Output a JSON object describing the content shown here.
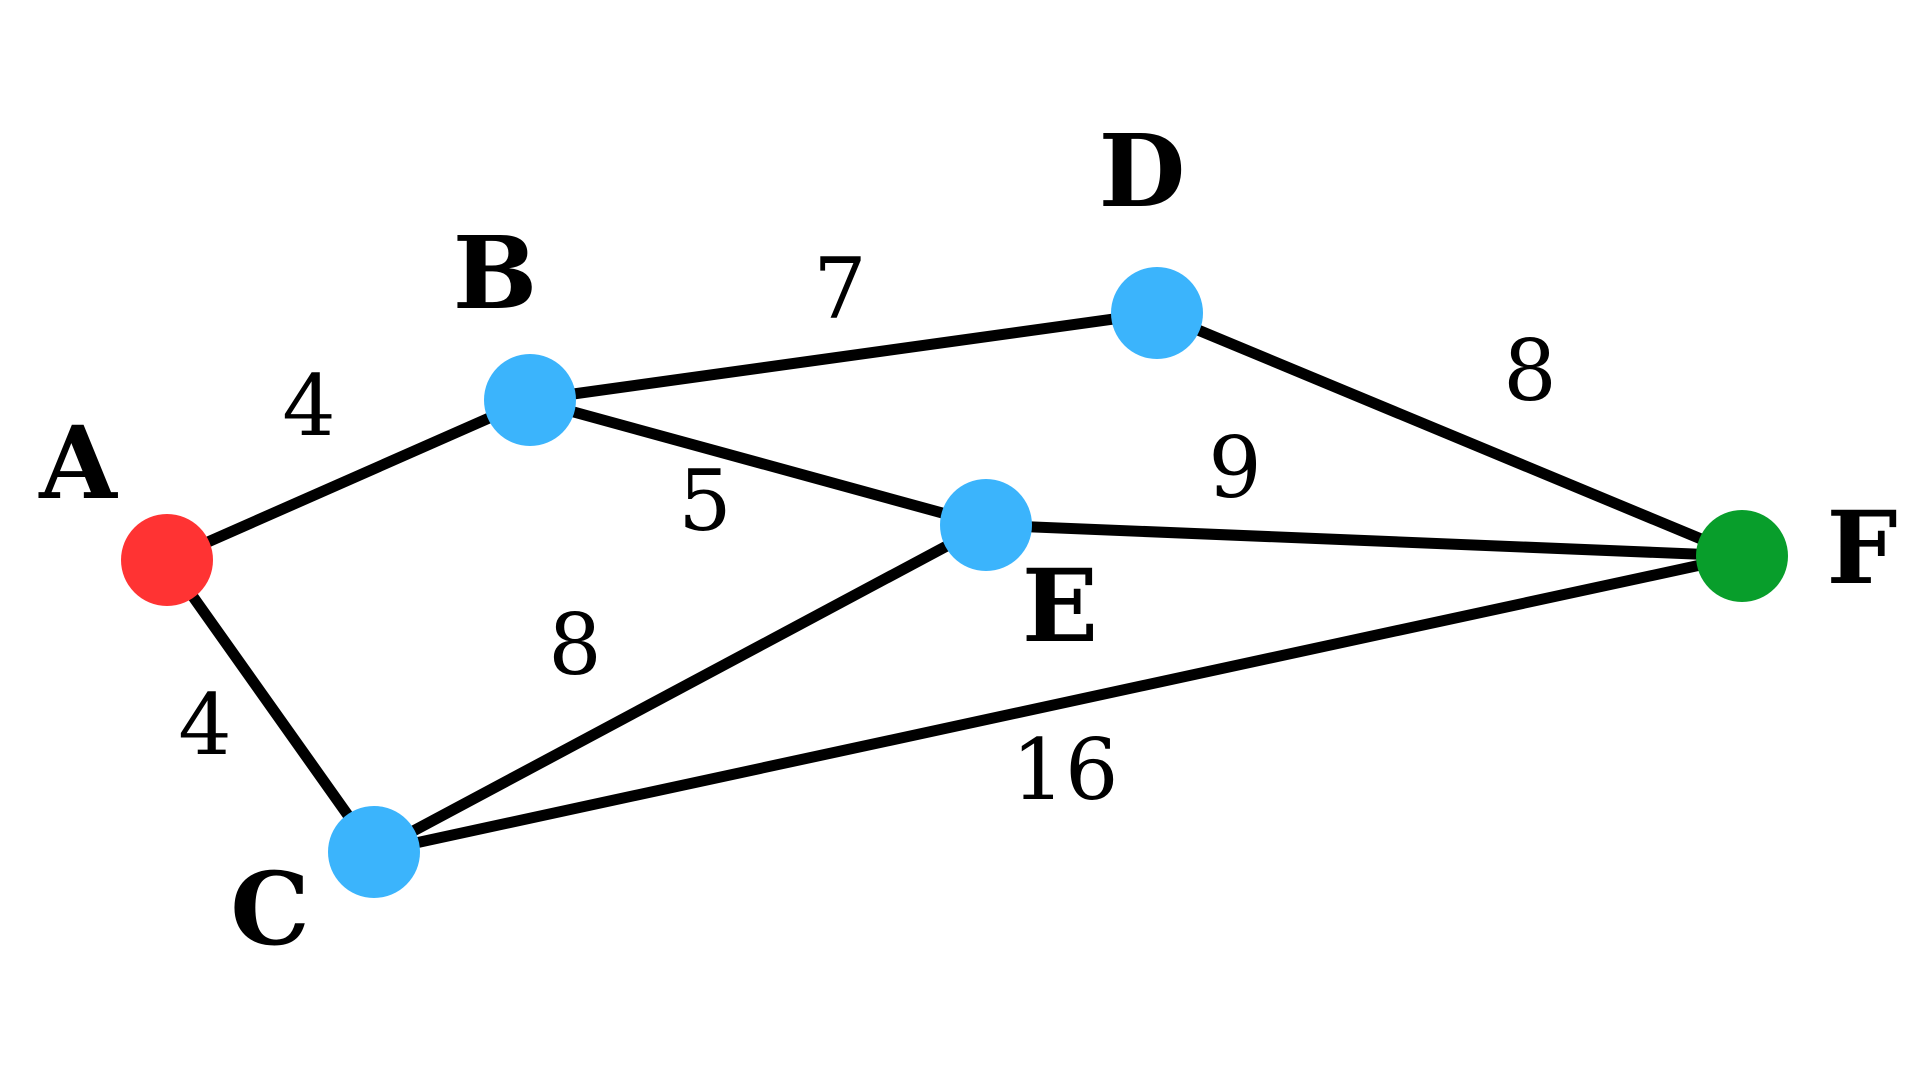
{
  "graph": {
    "colors": {
      "start": "#ff3333",
      "end": "#089e2b",
      "default": "#3bb4fc",
      "edge": "#000000"
    },
    "nodes": [
      {
        "id": "A",
        "label": "A",
        "role": "start"
      },
      {
        "id": "B",
        "label": "B",
        "role": "default"
      },
      {
        "id": "C",
        "label": "C",
        "role": "default"
      },
      {
        "id": "D",
        "label": "D",
        "role": "default"
      },
      {
        "id": "E",
        "label": "E",
        "role": "default"
      },
      {
        "id": "F",
        "label": "F",
        "role": "end"
      }
    ],
    "edges": [
      {
        "from": "A",
        "to": "B",
        "weight": "4"
      },
      {
        "from": "A",
        "to": "C",
        "weight": "4"
      },
      {
        "from": "B",
        "to": "D",
        "weight": "7"
      },
      {
        "from": "B",
        "to": "E",
        "weight": "5"
      },
      {
        "from": "C",
        "to": "E",
        "weight": "8"
      },
      {
        "from": "C",
        "to": "F",
        "weight": "16"
      },
      {
        "from": "D",
        "to": "F",
        "weight": "8"
      },
      {
        "from": "E",
        "to": "F",
        "weight": "9"
      }
    ]
  }
}
